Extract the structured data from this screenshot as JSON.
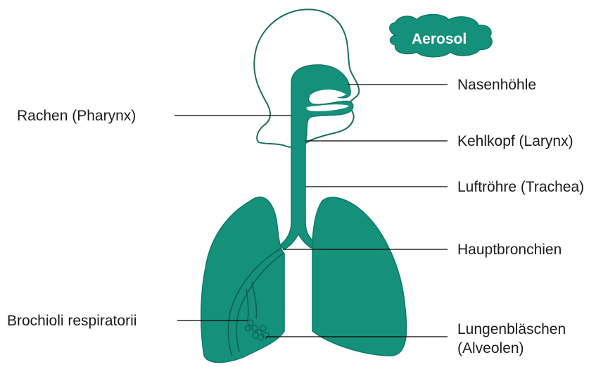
{
  "colors": {
    "organ_fill": "#15907a",
    "organ_stroke": "#0f7a66",
    "outline": "#1a6e5e",
    "line": "#000000",
    "text": "#1a1a1a"
  },
  "cloud": {
    "label": "Aerosol"
  },
  "labels": {
    "rachen": "Rachen (Pharynx)",
    "nasenhoehle": "Nasenhöhle",
    "kehlkopf": "Kehlkopf (Larynx)",
    "luftroehre": "Luftröhre (Trachea)",
    "hauptbronchien": "Hauptbronchien",
    "brochioli": "Brochioli respiratorii",
    "lungenblaeschen_1": "Lungenbläschen",
    "lungenblaeschen_2": "(Alveolen)"
  }
}
